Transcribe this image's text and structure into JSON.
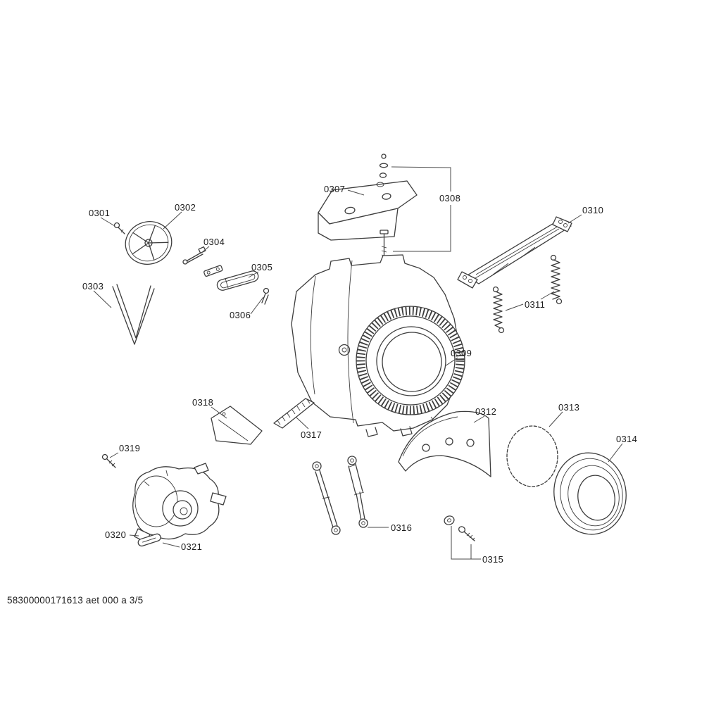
{
  "page": {
    "background_color": "#ffffff",
    "line_color": "#3d3d3d",
    "text_color": "#1c1c1c"
  },
  "footer": {
    "text": "58300000171613 aet 000 a 3/5"
  },
  "labels": [
    {
      "id": "0301"
    },
    {
      "id": "0302"
    },
    {
      "id": "0303"
    },
    {
      "id": "0304"
    },
    {
      "id": "0305"
    },
    {
      "id": "0306"
    },
    {
      "id": "0307"
    },
    {
      "id": "0308"
    },
    {
      "id": "0309"
    },
    {
      "id": "0310"
    },
    {
      "id": "0311"
    },
    {
      "id": "0312"
    },
    {
      "id": "0313"
    },
    {
      "id": "0314"
    },
    {
      "id": "0315"
    },
    {
      "id": "0316"
    },
    {
      "id": "0317"
    },
    {
      "id": "0318"
    },
    {
      "id": "0319"
    },
    {
      "id": "0320"
    },
    {
      "id": "0321"
    }
  ]
}
